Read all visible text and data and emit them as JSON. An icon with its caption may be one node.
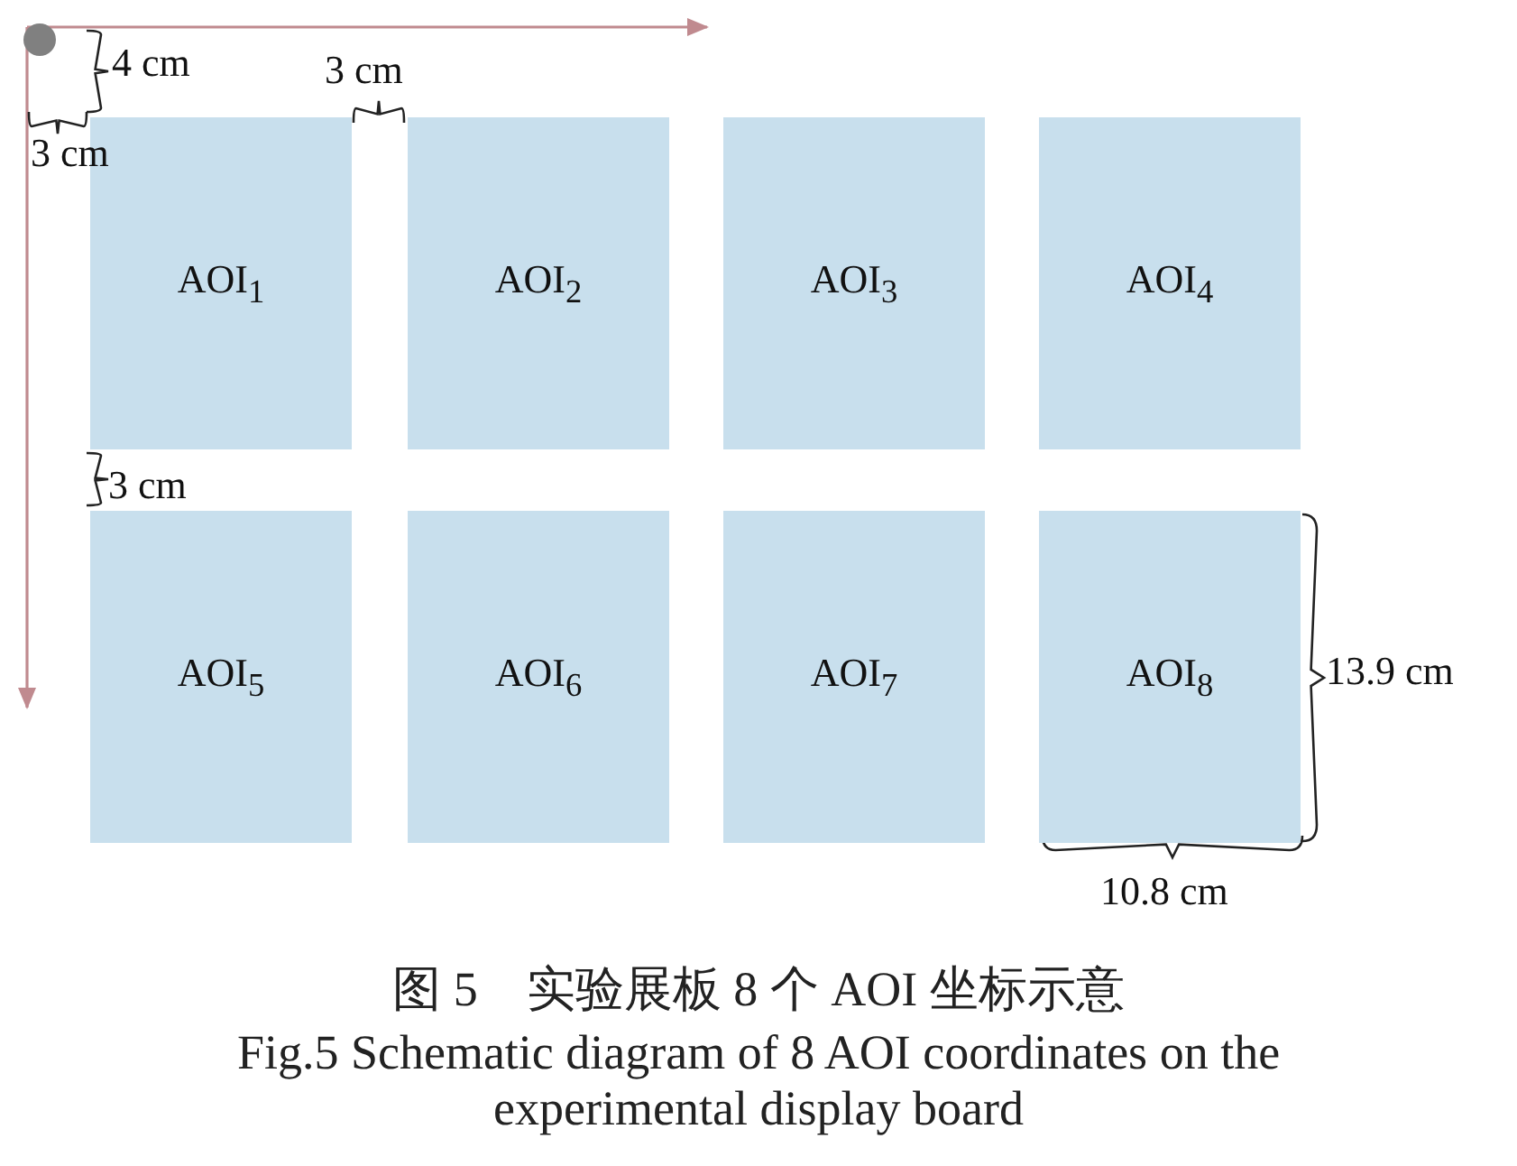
{
  "diagram": {
    "caption": "图 5　实验展板 8 个 AOI 坐标示意",
    "nodes": [
      {
        "text": [
          "AOI$_{1}$"
        ]
      },
      {
        "text": [
          "AOI$_{2}$"
        ]
      },
      {
        "text": [
          "AOI$_{3}$"
        ]
      },
      {
        "text": [
          "AOI$_{4}$"
        ]
      },
      {
        "text": [
          "AOI$_{5}$"
        ]
      },
      {
        "text": [
          "AOI$_{6}$"
        ]
      },
      {
        "text": [
          "AOI$_{7}$"
        ]
      },
      {
        "text": [
          "AOI$_{8}$"
        ]
      }
    ],
    "edges": [],
    "labels": [
      "4 cm",
      "3 cm",
      "3 cm",
      "3 cm",
      "13.9 cm",
      "10.8 cm",
      "Fig.5 Schematic diagram of 8 AOI coordinates on the experimental display board"
    ]
  }
}
